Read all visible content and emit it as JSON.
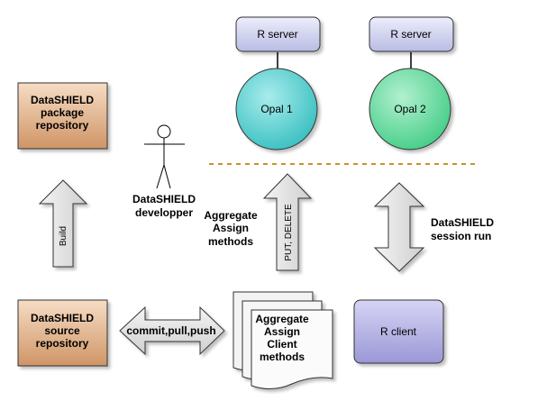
{
  "nodes": {
    "r_server_1": "R server",
    "r_server_2": "R server",
    "opal_1": "Opal 1",
    "opal_2": "Opal 2",
    "package_repository": [
      "DataSHIELD",
      "package",
      "repository"
    ],
    "source_repository": [
      "DataSHIELD",
      "source",
      "repository"
    ],
    "developer": [
      "DataSHIELD",
      "developper"
    ],
    "client_methods_doc": [
      "Aggregate",
      "Assign",
      "Client",
      "methods"
    ],
    "r_client": "R client"
  },
  "edges": {
    "build": "Build",
    "put_delete": "PUT, DELETE",
    "commit_pull_push": "commit,pull,push"
  },
  "annotations": {
    "server_methods": [
      "Aggregate",
      "Assign",
      "methods"
    ],
    "session_run": [
      "DataSHIELD",
      "session run"
    ]
  },
  "colors": {
    "server_box": "#cccfee",
    "opal_1": "#4ec9c9",
    "opal_2": "#5ed59a",
    "repository_box": "#dca57a",
    "r_client_box": "#b7b5e6",
    "arrow_fill": "#e2e2e2",
    "divider": "#c8932b"
  }
}
